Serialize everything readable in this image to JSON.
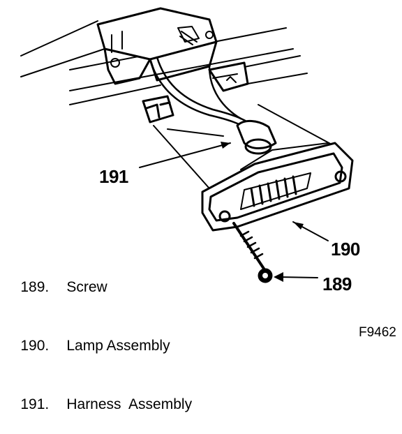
{
  "callouts": {
    "c189": "189",
    "c190": "190",
    "c191": "191"
  },
  "legend": [
    {
      "number": "189.",
      "label": "Screw"
    },
    {
      "number": "190.",
      "label": "Lamp Assembly"
    },
    {
      "number": "191.",
      "label": "Harness  Assembly"
    }
  ],
  "figure_id": "F9462"
}
